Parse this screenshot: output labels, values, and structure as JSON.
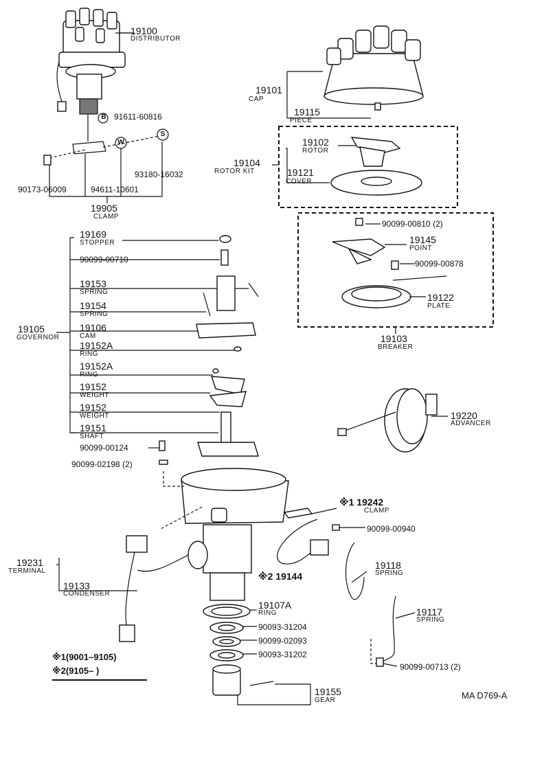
{
  "labels": {
    "p19100": {
      "num": "19100",
      "name": "DISTRIBUTOR"
    },
    "p19101": {
      "num": "19101",
      "name": "CAP"
    },
    "p19115": {
      "num": "19115",
      "name": "PIECE"
    },
    "p19104": {
      "num": "19104",
      "name": "ROTOR KIT"
    },
    "p19102": {
      "num": "19102",
      "name": "ROTOR"
    },
    "p19121": {
      "num": "19121",
      "name": "COVER"
    },
    "p19905": {
      "num": "19905",
      "name": "CLAMP"
    },
    "p19145": {
      "num": "19145",
      "name": "POINT"
    },
    "p19122": {
      "num": "19122",
      "name": "PLATE"
    },
    "p19103": {
      "num": "19103",
      "name": "BREAKER"
    },
    "p19169": {
      "num": "19169",
      "name": "STOPPER"
    },
    "p19153": {
      "num": "19153",
      "name": "SPRING"
    },
    "p19154": {
      "num": "19154",
      "name": "SPRING"
    },
    "p19105": {
      "num": "19105",
      "name": "GOVERNOR"
    },
    "p19106": {
      "num": "19106",
      "name": "CAM"
    },
    "p19152A_1": {
      "num": "19152A",
      "name": "RING"
    },
    "p19152A_2": {
      "num": "19152A",
      "name": "RING"
    },
    "p19152_1": {
      "num": "19152",
      "name": "WEIGHT"
    },
    "p19152_2": {
      "num": "19152",
      "name": "WEIGHT"
    },
    "p19151": {
      "num": "19151",
      "name": "SHAFT"
    },
    "p19220": {
      "num": "19220",
      "name": "ADVANCER"
    },
    "p19242": {
      "num": "※1 19242",
      "name": "CLAMP"
    },
    "p19144": {
      "num": "※2 19144"
    },
    "p19118": {
      "num": "19118",
      "name": "SPRING"
    },
    "p19231": {
      "num": "19231",
      "name": "TERMINAL"
    },
    "p19133": {
      "num": "19133",
      "name": "CONDENSER"
    },
    "p19107A": {
      "num": "19107A",
      "name": "RING"
    },
    "p19117": {
      "num": "19117",
      "name": "SPRING"
    },
    "p19155": {
      "num": "19155",
      "name": "GEAR"
    }
  },
  "part_numbers": {
    "pn_91611_60816": "91611-60816",
    "pn_93180_16032": "93180-16032",
    "pn_90173_06009": "90173-06009",
    "pn_94611_10601": "94611-10601",
    "pn_90099_00810": "90099-00810 (2)",
    "pn_90099_00878": "90099-00878",
    "pn_90099_00710": "90099-00710",
    "pn_90099_00124": "90099-00124",
    "pn_90099_02198": "90099-02198 (2)",
    "pn_90099_00940": "90099-00940",
    "pn_90093_31204": "90093-31204",
    "pn_90099_02093": "90099-02093",
    "pn_90093_31202": "90093-31202",
    "pn_90099_00713": "90099-00713 (2)"
  },
  "markers": {
    "B": "B",
    "W": "W",
    "S": "S"
  },
  "notes": {
    "note1": "※1(9001–9105)",
    "note2": "※2(9105–          )"
  },
  "diagram_code": "MA  D769-A"
}
